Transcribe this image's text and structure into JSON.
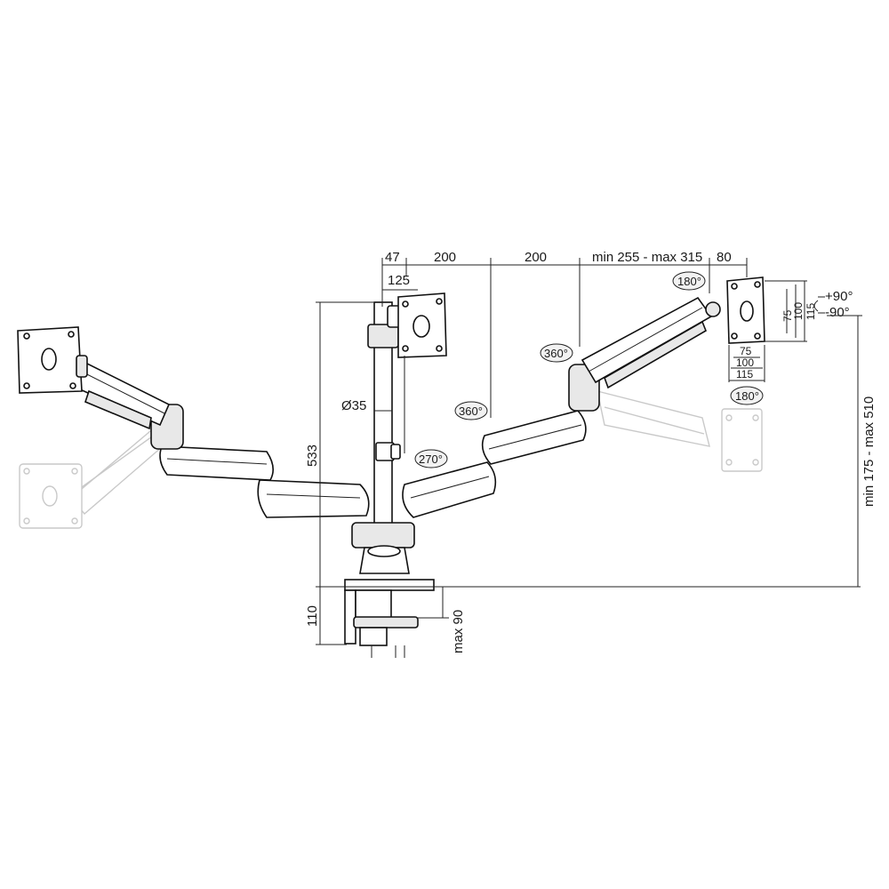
{
  "colors": {
    "line": "#222222",
    "ghost": "#c9c9c9",
    "badge_fill": "#f2f2f2"
  },
  "top_dims": {
    "d47": "47",
    "d200a": "200",
    "d200b": "200",
    "d_range": "min 255 - max 315",
    "d80": "80",
    "d125": "125"
  },
  "vesa": {
    "v75": "75",
    "v100": "100",
    "v115": "115",
    "h75": "75",
    "h100": "100",
    "h115": "115"
  },
  "tilt": {
    "up": "+90°",
    "down": "-90°"
  },
  "rotations": {
    "r180_top": "180°",
    "r360_right": "360°",
    "r360_mid": "360°",
    "r270": "270°",
    "r180_bottom": "180°"
  },
  "pole": {
    "diameter": "Ø35",
    "height": "533"
  },
  "right_height": "min 175 - max 510",
  "clamp": {
    "depth": "110",
    "thickness": "max 90"
  }
}
